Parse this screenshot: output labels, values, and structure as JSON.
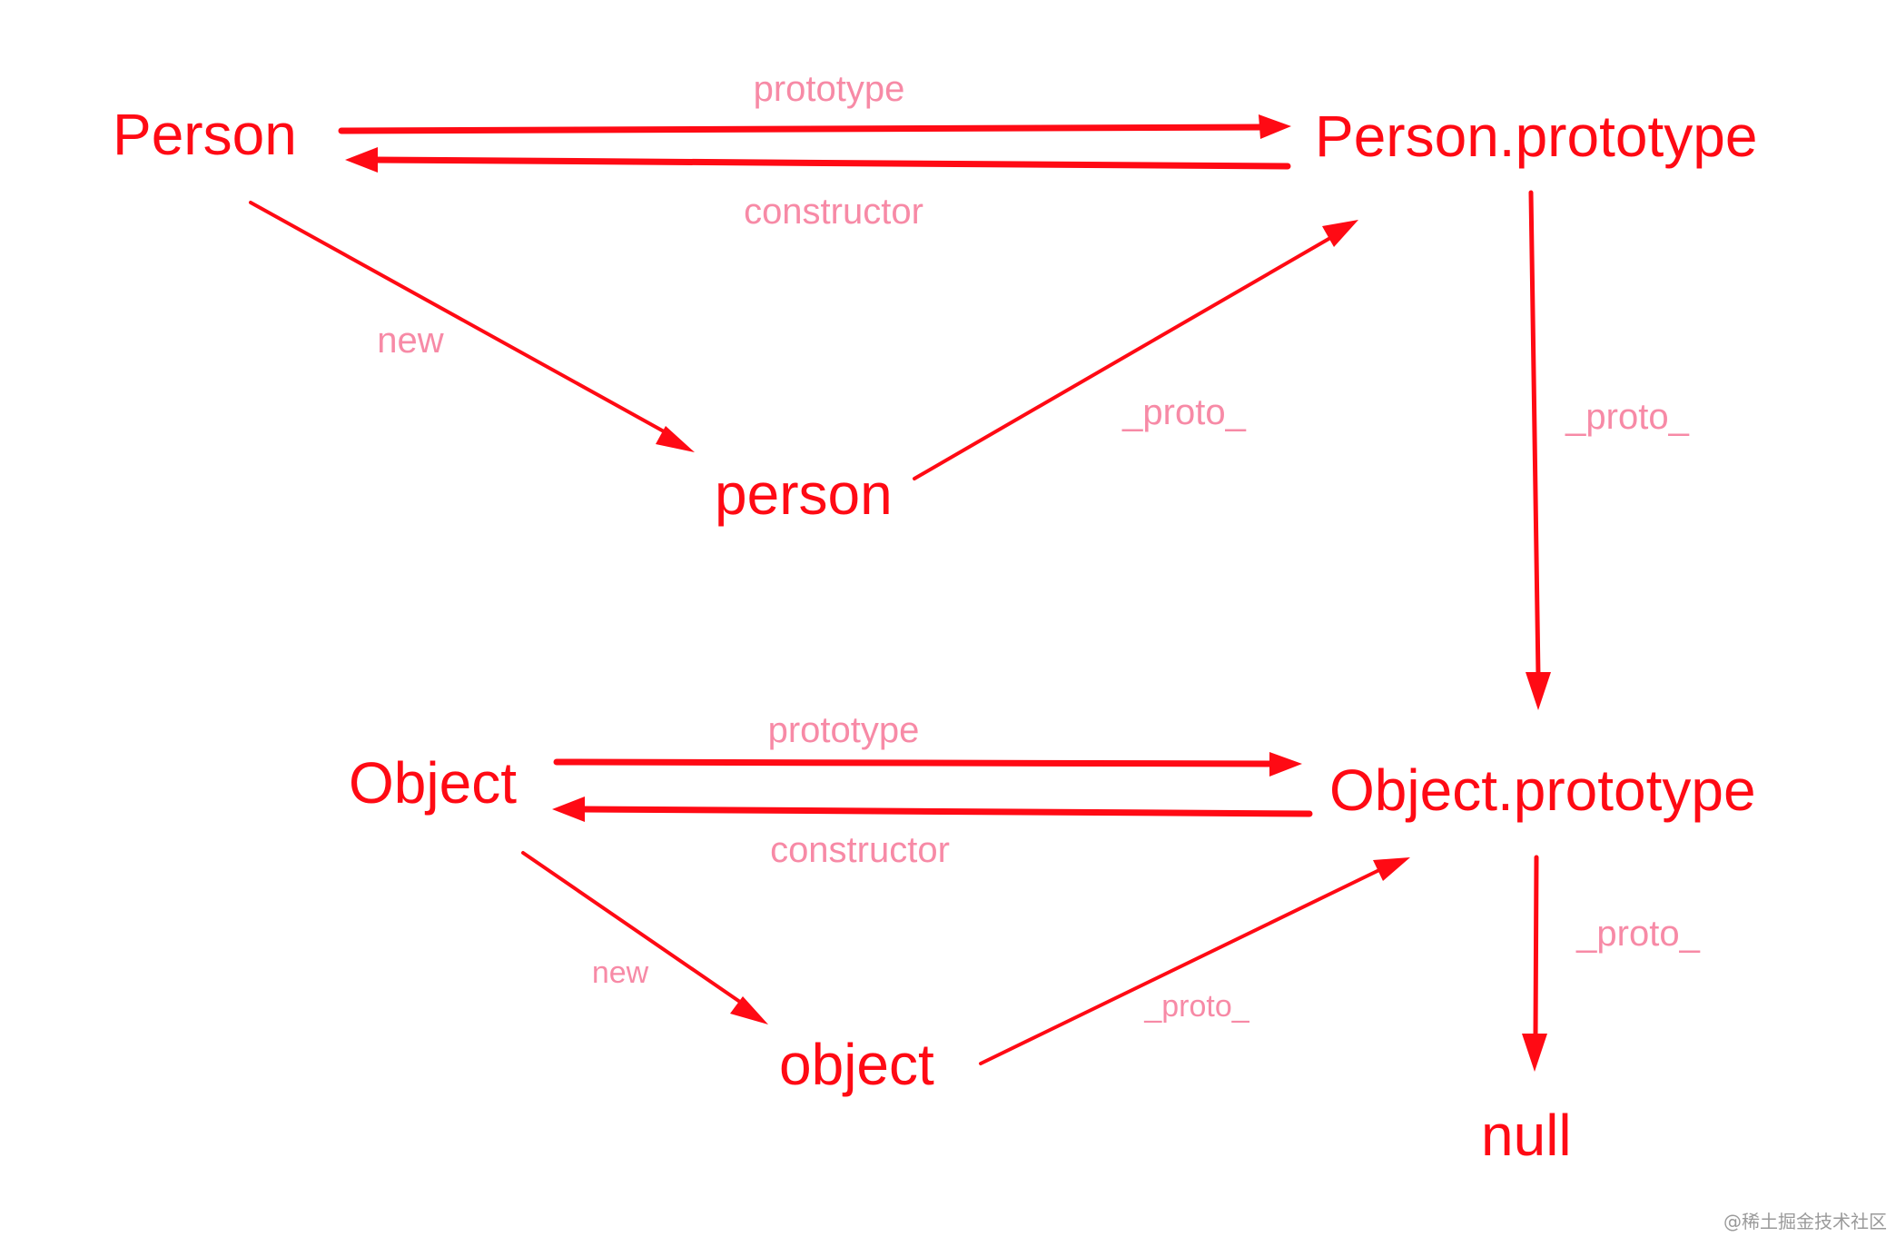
{
  "nodes": {
    "person_ctor": "Person",
    "person_proto": "Person.prototype",
    "person_instance": "person",
    "object_ctor": "Object",
    "object_proto": "Object.prototype",
    "object_instance": "object",
    "null_node": "null"
  },
  "edge_labels": {
    "prototype": "prototype",
    "constructor": "constructor",
    "new": "new",
    "proto": "_proto_"
  },
  "watermark": "@稀土掘金技术社区",
  "colors": {
    "node": "#ff0a14",
    "arrow": "#ff0a14",
    "label": "#f78aa6",
    "background": "#ffffff"
  }
}
